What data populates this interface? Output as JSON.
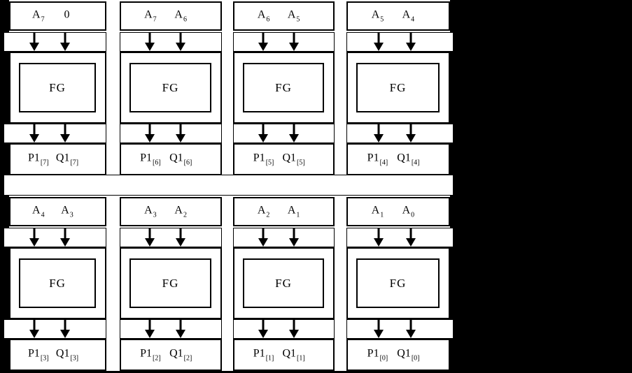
{
  "diagram": {
    "description": "2x4 array of FG gate cells, each with two inputs, an FG gate and two outputs",
    "colors": {
      "background": "#000000",
      "shape_fill": "#ffffff",
      "line": "#000000"
    }
  },
  "gate_label": "FG",
  "cells": [
    {
      "in1": {
        "base": "A",
        "sub": "7"
      },
      "in2": {
        "base": "0",
        "sub": ""
      },
      "out1": {
        "base": "P1",
        "sub": "[7]"
      },
      "out2": {
        "base": "Q1",
        "sub": "[7]"
      }
    },
    {
      "in1": {
        "base": "A",
        "sub": "7"
      },
      "in2": {
        "base": "A",
        "sub": "6"
      },
      "out1": {
        "base": "P1",
        "sub": "[6]"
      },
      "out2": {
        "base": "Q1",
        "sub": "[6]"
      }
    },
    {
      "in1": {
        "base": "A",
        "sub": "6"
      },
      "in2": {
        "base": "A",
        "sub": "5"
      },
      "out1": {
        "base": "P1",
        "sub": "[5]"
      },
      "out2": {
        "base": "Q1",
        "sub": "[5]"
      }
    },
    {
      "in1": {
        "base": "A",
        "sub": "5"
      },
      "in2": {
        "base": "A",
        "sub": "4"
      },
      "out1": {
        "base": "P1",
        "sub": "[4]"
      },
      "out2": {
        "base": "Q1",
        "sub": "[4]"
      }
    },
    {
      "in1": {
        "base": "A",
        "sub": "4"
      },
      "in2": {
        "base": "A",
        "sub": "3"
      },
      "out1": {
        "base": "P1",
        "sub": "[3]"
      },
      "out2": {
        "base": "Q1",
        "sub": "[3]"
      }
    },
    {
      "in1": {
        "base": "A",
        "sub": "3"
      },
      "in2": {
        "base": "A",
        "sub": "2"
      },
      "out1": {
        "base": "P1",
        "sub": "[2]"
      },
      "out2": {
        "base": "Q1",
        "sub": "[2]"
      }
    },
    {
      "in1": {
        "base": "A",
        "sub": "2"
      },
      "in2": {
        "base": "A",
        "sub": "1"
      },
      "out1": {
        "base": "P1",
        "sub": "[1]"
      },
      "out2": {
        "base": "Q1",
        "sub": "[1]"
      }
    },
    {
      "in1": {
        "base": "A",
        "sub": "1"
      },
      "in2": {
        "base": "A",
        "sub": "0"
      },
      "out1": {
        "base": "P1",
        "sub": "[0]"
      },
      "out2": {
        "base": "Q1",
        "sub": "[0]"
      }
    }
  ]
}
